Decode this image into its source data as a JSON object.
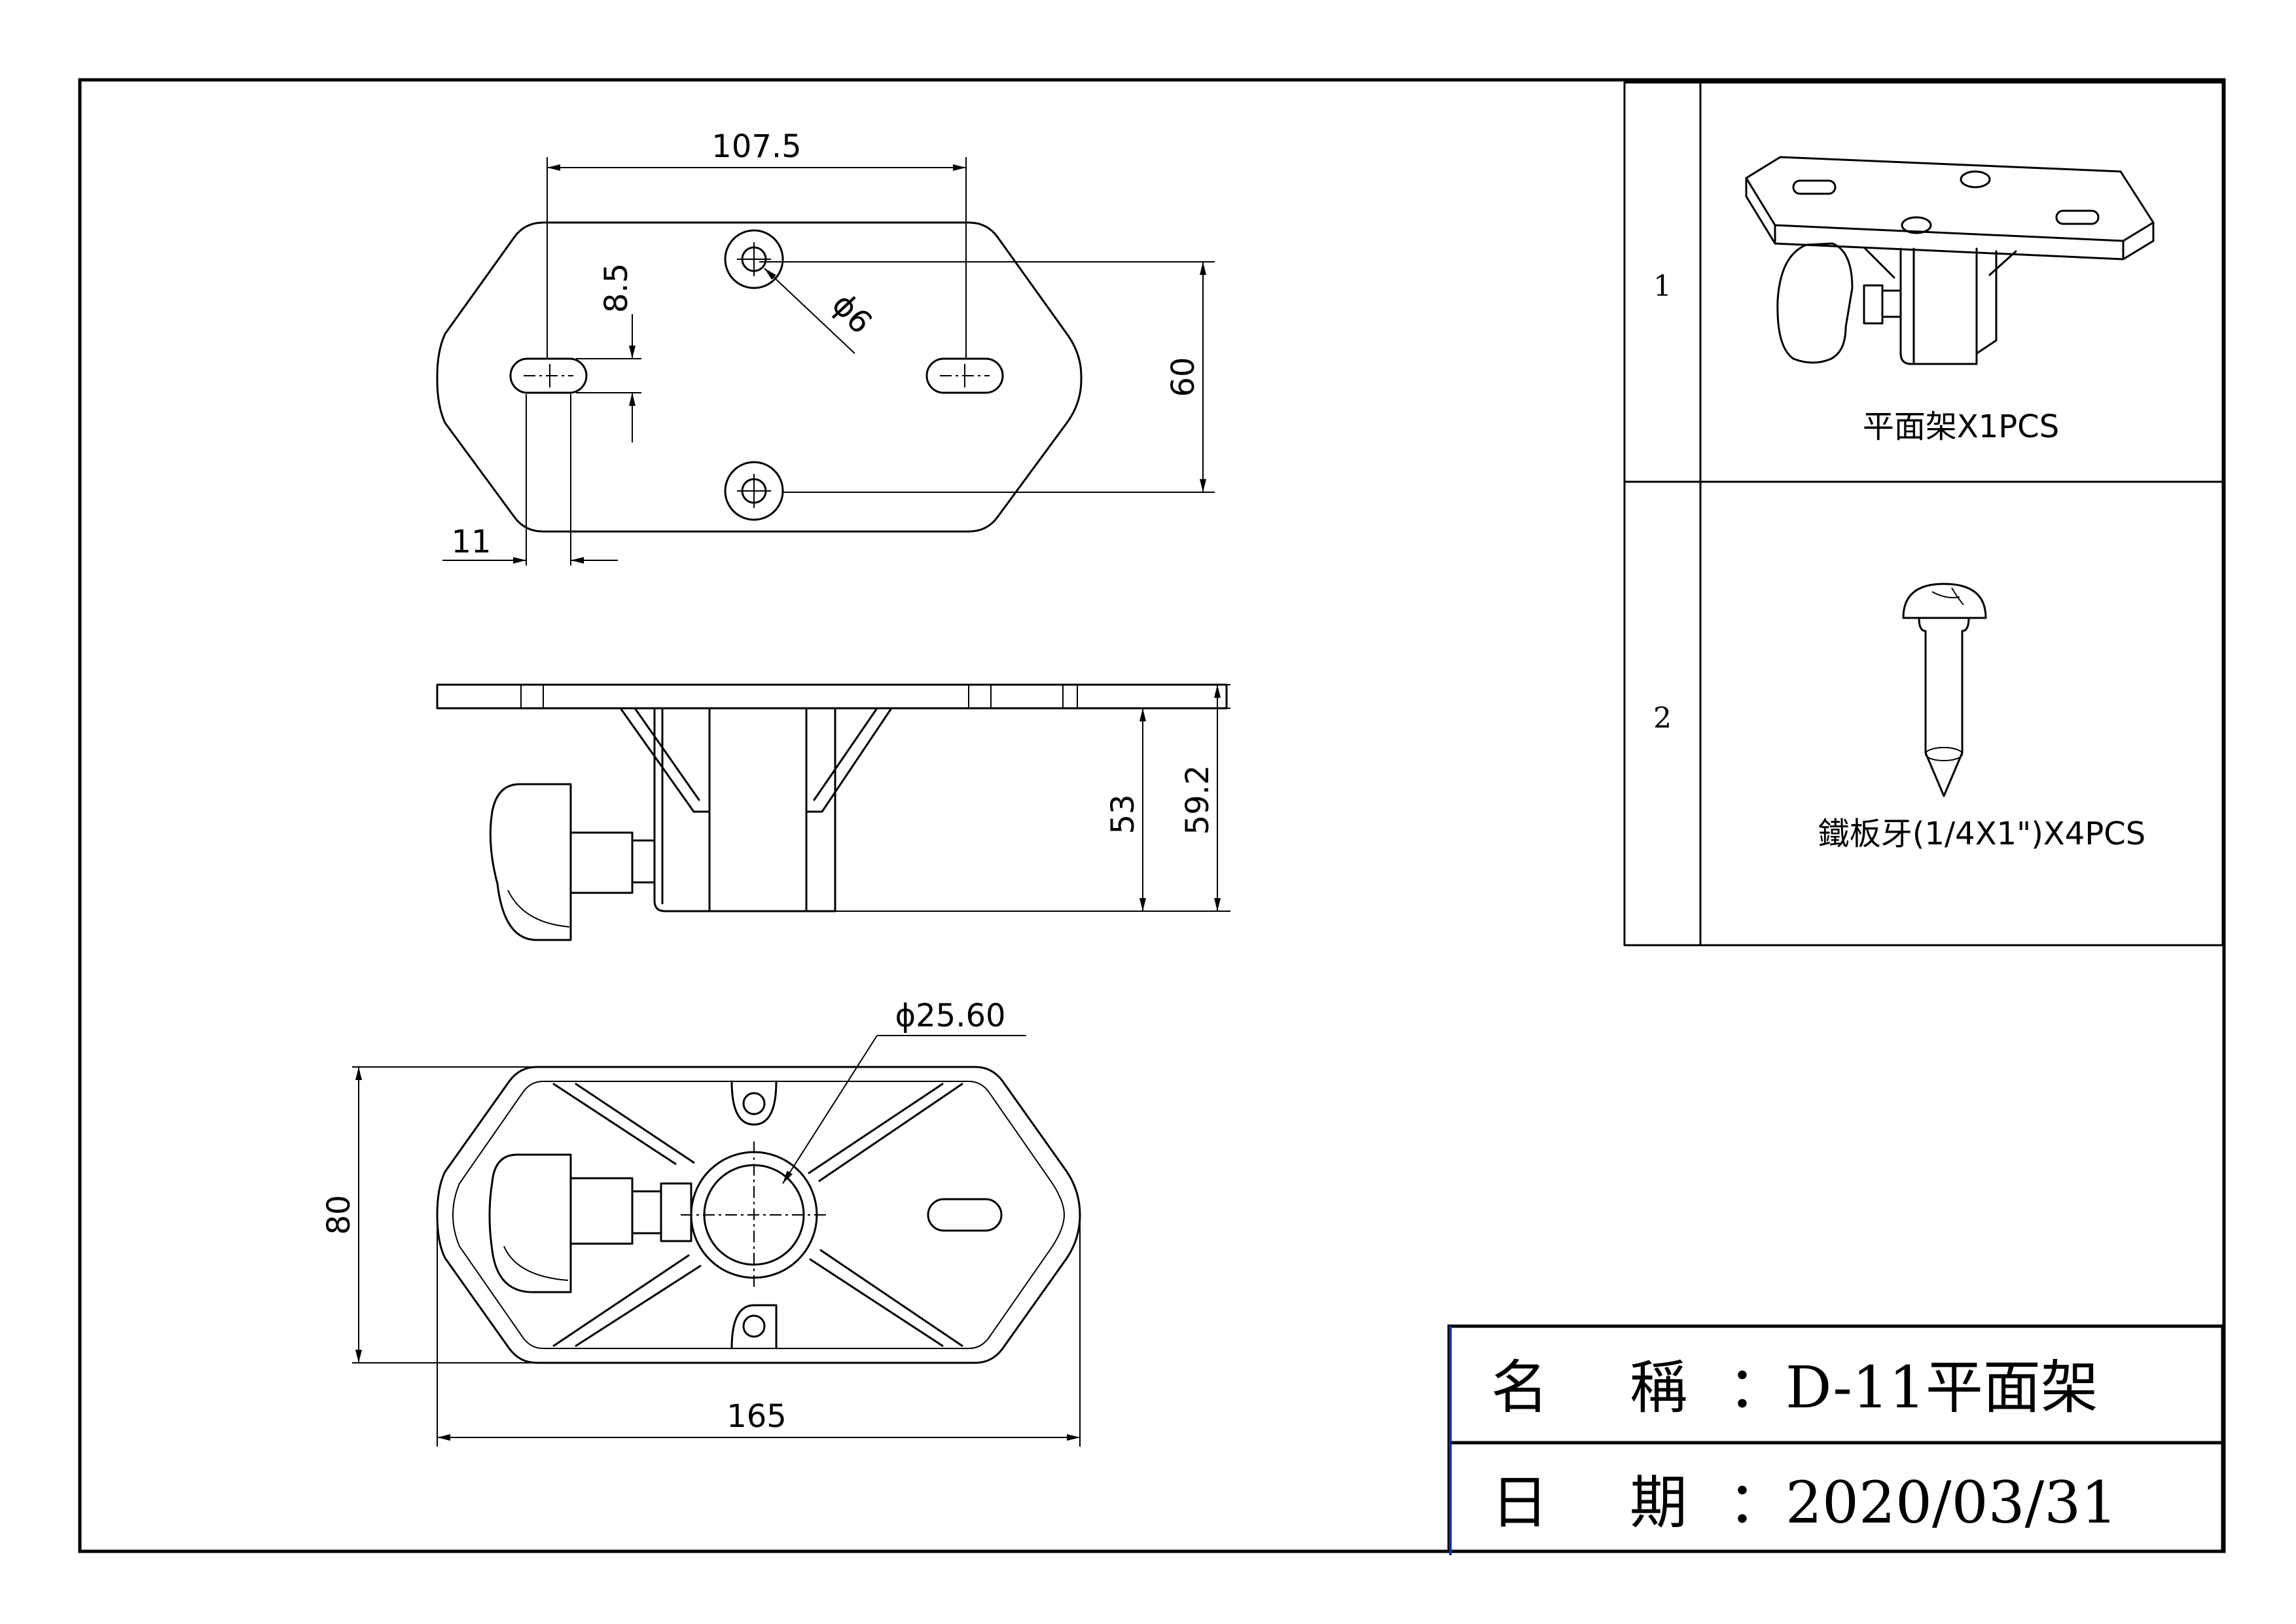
{
  "drawing": {
    "dimensions": {
      "top_hole_span": "107.5",
      "slot_offset": "8.5",
      "hole_diameter": "ϕ6",
      "hole_pitch": "60",
      "slot_edge": "11",
      "height_inner": "53",
      "height_total": "59.2",
      "tube_diameter": "ϕ25.60",
      "width": "80",
      "length": "165"
    }
  },
  "parts_table": {
    "rows": [
      {
        "index": "1",
        "caption": "平面架X1PCS",
        "icon": "bracket-assembly-icon"
      },
      {
        "index": "2",
        "caption": "鐵板牙(1/4X1\")X4PCS",
        "icon": "self-tapping-screw-icon"
      }
    ]
  },
  "title_block": {
    "name_label_1": "名",
    "name_label_2": "稱",
    "name_value": "：D-11平面架",
    "date_label_1": "日",
    "date_label_2": "期",
    "date_value": "：2020/03/31"
  }
}
